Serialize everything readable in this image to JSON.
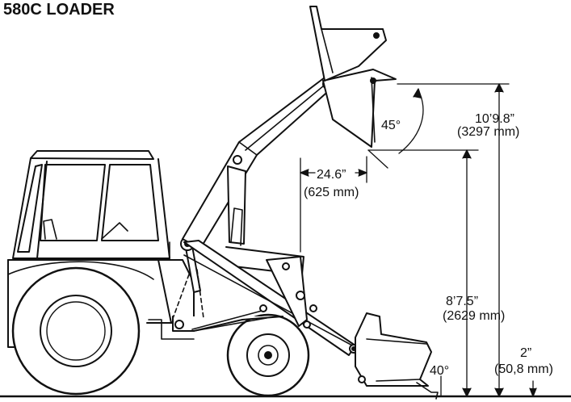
{
  "title": "580C LOADER",
  "dimensions": {
    "max_height": "10’9.8”",
    "max_height_mm": "(3297 mm)",
    "dump_angle": "45°",
    "reach": "24.6”",
    "reach_mm": "(625 mm)",
    "dump_clearance": "8’7.5”",
    "dump_clearance_mm": "(2629 mm)",
    "dig_depth": "2”",
    "dig_depth_mm": "(50,8 mm)",
    "rollback_angle": "40°"
  }
}
